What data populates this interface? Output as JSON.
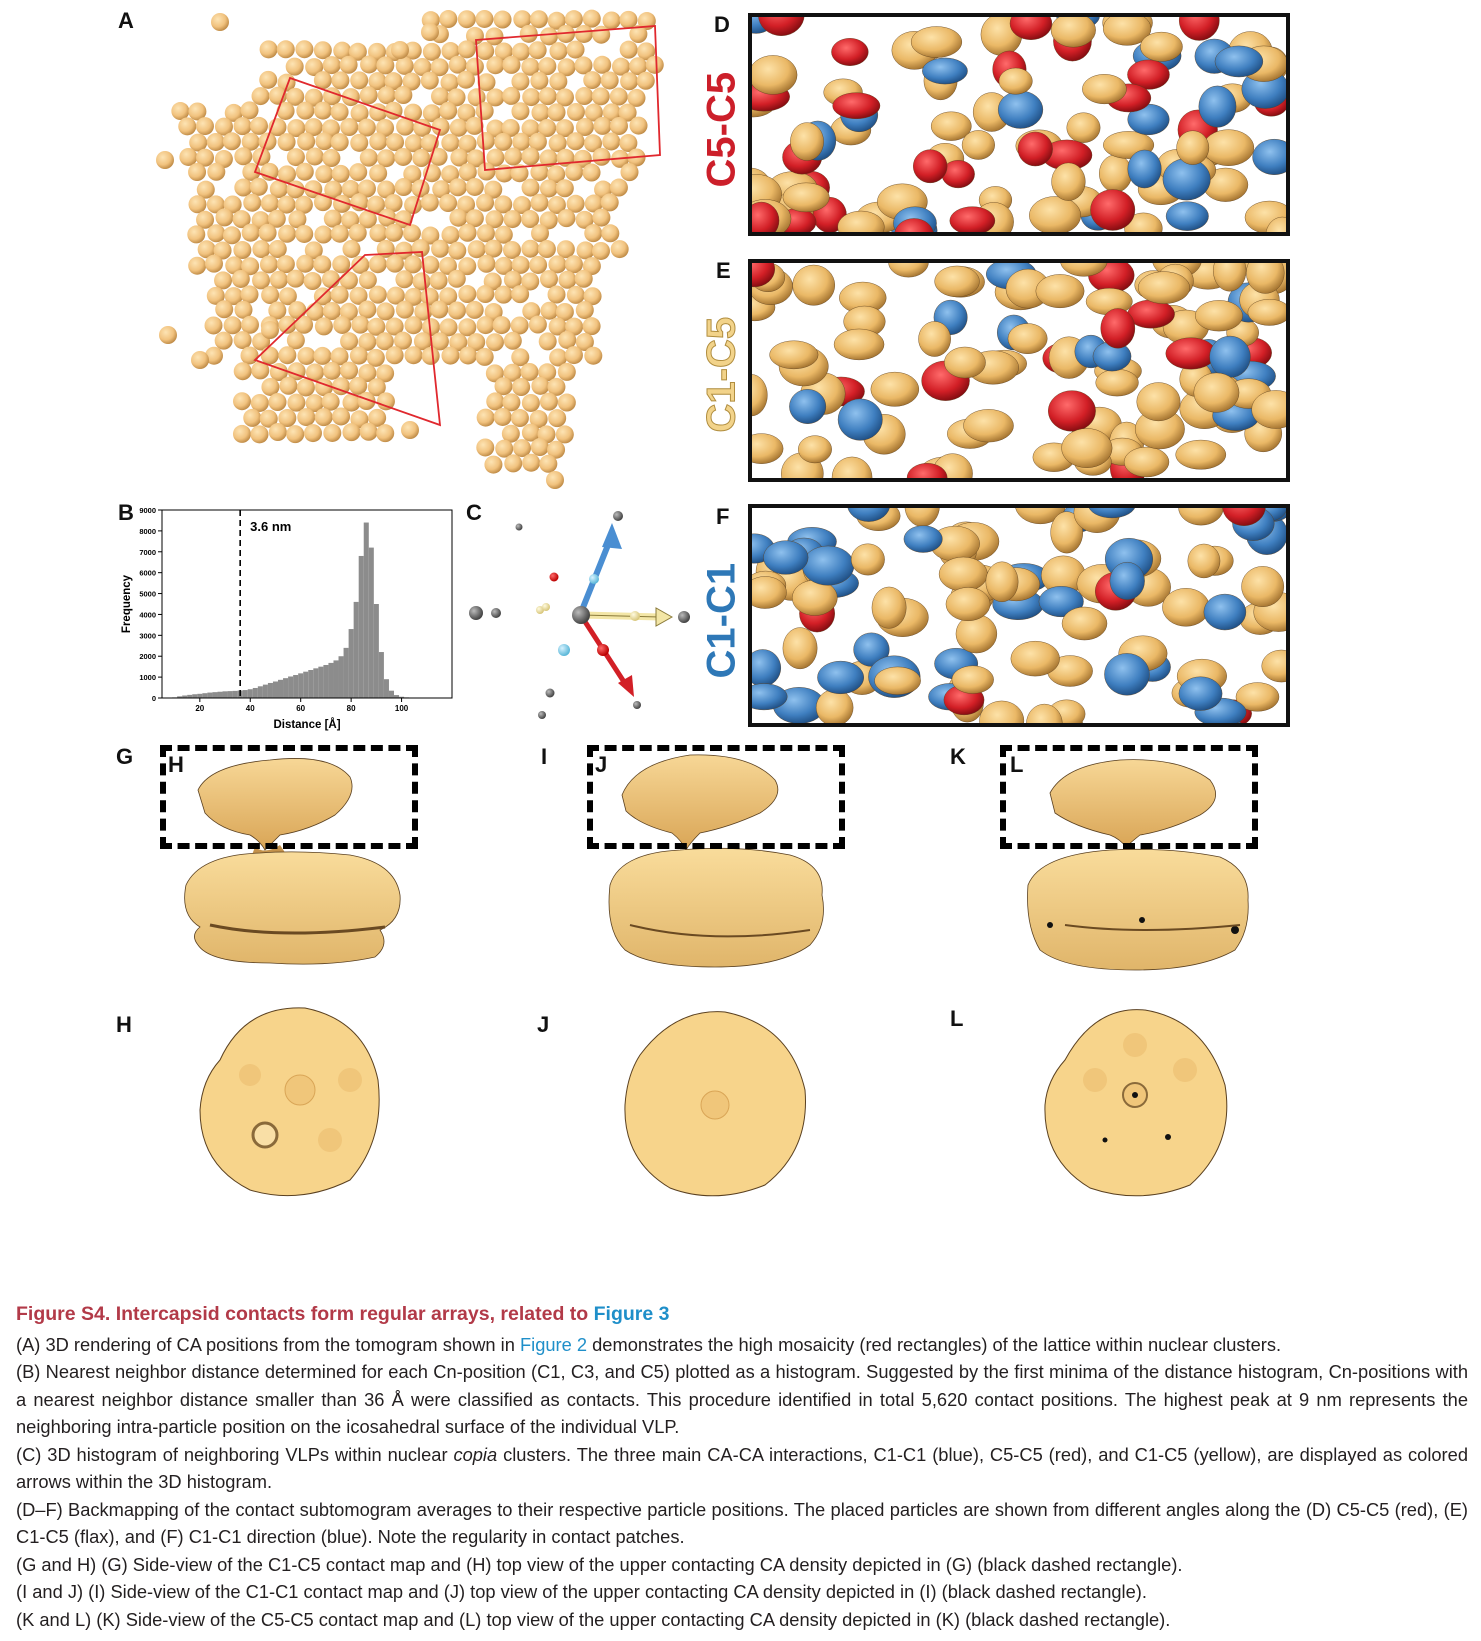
{
  "panels": {
    "A": "A",
    "B": "B",
    "C": "C",
    "D": "D",
    "E": "E",
    "F": "F",
    "G": "G",
    "H": "H",
    "I": "I",
    "J": "J",
    "K": "K",
    "L": "L",
    "H_bottom": "H",
    "J_bottom": "J",
    "L_bottom": "L"
  },
  "side_labels": {
    "d": "C5-C5",
    "e": "C1-C5",
    "f": "C1-C1"
  },
  "colors": {
    "c5c5_label": "#cc1f2a",
    "c1c5_label": "#f2d38a",
    "c1c1_label": "#2e78b7",
    "particle": "#f0c27d",
    "particle_dark": "#c9954f",
    "red": "#d21f26",
    "blue": "#3f7fc0",
    "yellow_arrow": "#f3e6a6"
  },
  "chart_data": {
    "type": "histogram",
    "xlabel": "Distance [Å]",
    "ylabel": "Frequency",
    "annotation": "3.6 nm",
    "annotation_x": 36,
    "xlim": [
      5,
      120
    ],
    "ylim": [
      0,
      9000
    ],
    "xticks": [
      "20",
      "40",
      "60",
      "80",
      "100"
    ],
    "yticks": [
      "0",
      "1000",
      "2000",
      "3000",
      "4000",
      "5000",
      "6000",
      "7000",
      "8000",
      "9000"
    ],
    "x": [
      10,
      12,
      14,
      16,
      18,
      20,
      22,
      24,
      26,
      28,
      30,
      32,
      34,
      36,
      38,
      40,
      42,
      44,
      46,
      48,
      50,
      52,
      54,
      56,
      58,
      60,
      62,
      64,
      66,
      68,
      70,
      72,
      74,
      76,
      78,
      80,
      82,
      84,
      86,
      88,
      90,
      92,
      94,
      96,
      98,
      100,
      102,
      104,
      106,
      108,
      110
    ],
    "values": [
      30,
      80,
      120,
      150,
      180,
      200,
      230,
      260,
      280,
      300,
      320,
      330,
      340,
      360,
      380,
      420,
      480,
      560,
      640,
      720,
      790,
      870,
      950,
      1030,
      1100,
      1180,
      1260,
      1340,
      1420,
      1500,
      1580,
      1680,
      1800,
      2000,
      2400,
      3300,
      4600,
      6800,
      8400,
      7200,
      4500,
      2200,
      900,
      350,
      140,
      60,
      30,
      15,
      8,
      4,
      2
    ]
  },
  "caption": {
    "title_prefix": "Figure S4.  Intercapsid contacts form regular arrays, related to ",
    "title_link": "Figure 3",
    "a_prefix": "(A) 3D rendering of CA positions from the tomogram shown in ",
    "a_link": "Figure 2",
    "a_suffix": " demonstrates the high mosaicity (red rectangles) of the lattice within nuclear clusters.",
    "b": "(B) Nearest neighbor distance determined for each Cn-position (C1, C3, and C5) plotted as a histogram. Suggested by the first minima of the distance histogram, Cn-positions with a nearest neighbor distance smaller than 36 Å were classified as contacts. This procedure identified in total 5,620 contact positions. The highest peak at 9 nm represents the neighboring intra-particle position on the icosahedral surface of the individual VLP.",
    "c_prefix": "(C) 3D histogram of neighboring VLPs within nuclear ",
    "c_italic": "copia",
    "c_suffix": " clusters. The three main CA-CA interactions, C1-C1 (blue), C5-C5 (red), and C1-C5 (yellow), are displayed as colored arrows within the 3D histogram.",
    "df": "(D–F) Backmapping of the contact subtomogram averages to their respective particle positions. The placed particles are shown from different angles along the (D) C5-C5 (red), (E) C1-C5 (flax), and (F) C1-C1 direction (blue). Note the regularity in contact patches.",
    "gh": "(G and H) (G) Side-view of the C1-C5 contact map and (H) top view of the upper contacting CA density depicted in (G) (black dashed rectangle).",
    "ij": "(I and J) (I) Side-view of the C1-C1 contact map and (J) top view of the upper contacting CA density depicted in (I) (black dashed rectangle).",
    "kl": "(K and L) (K) Side-view of the C5-C5 contact map and (L) top view of the upper contacting CA density depicted in (K) (black dashed rectangle)."
  }
}
